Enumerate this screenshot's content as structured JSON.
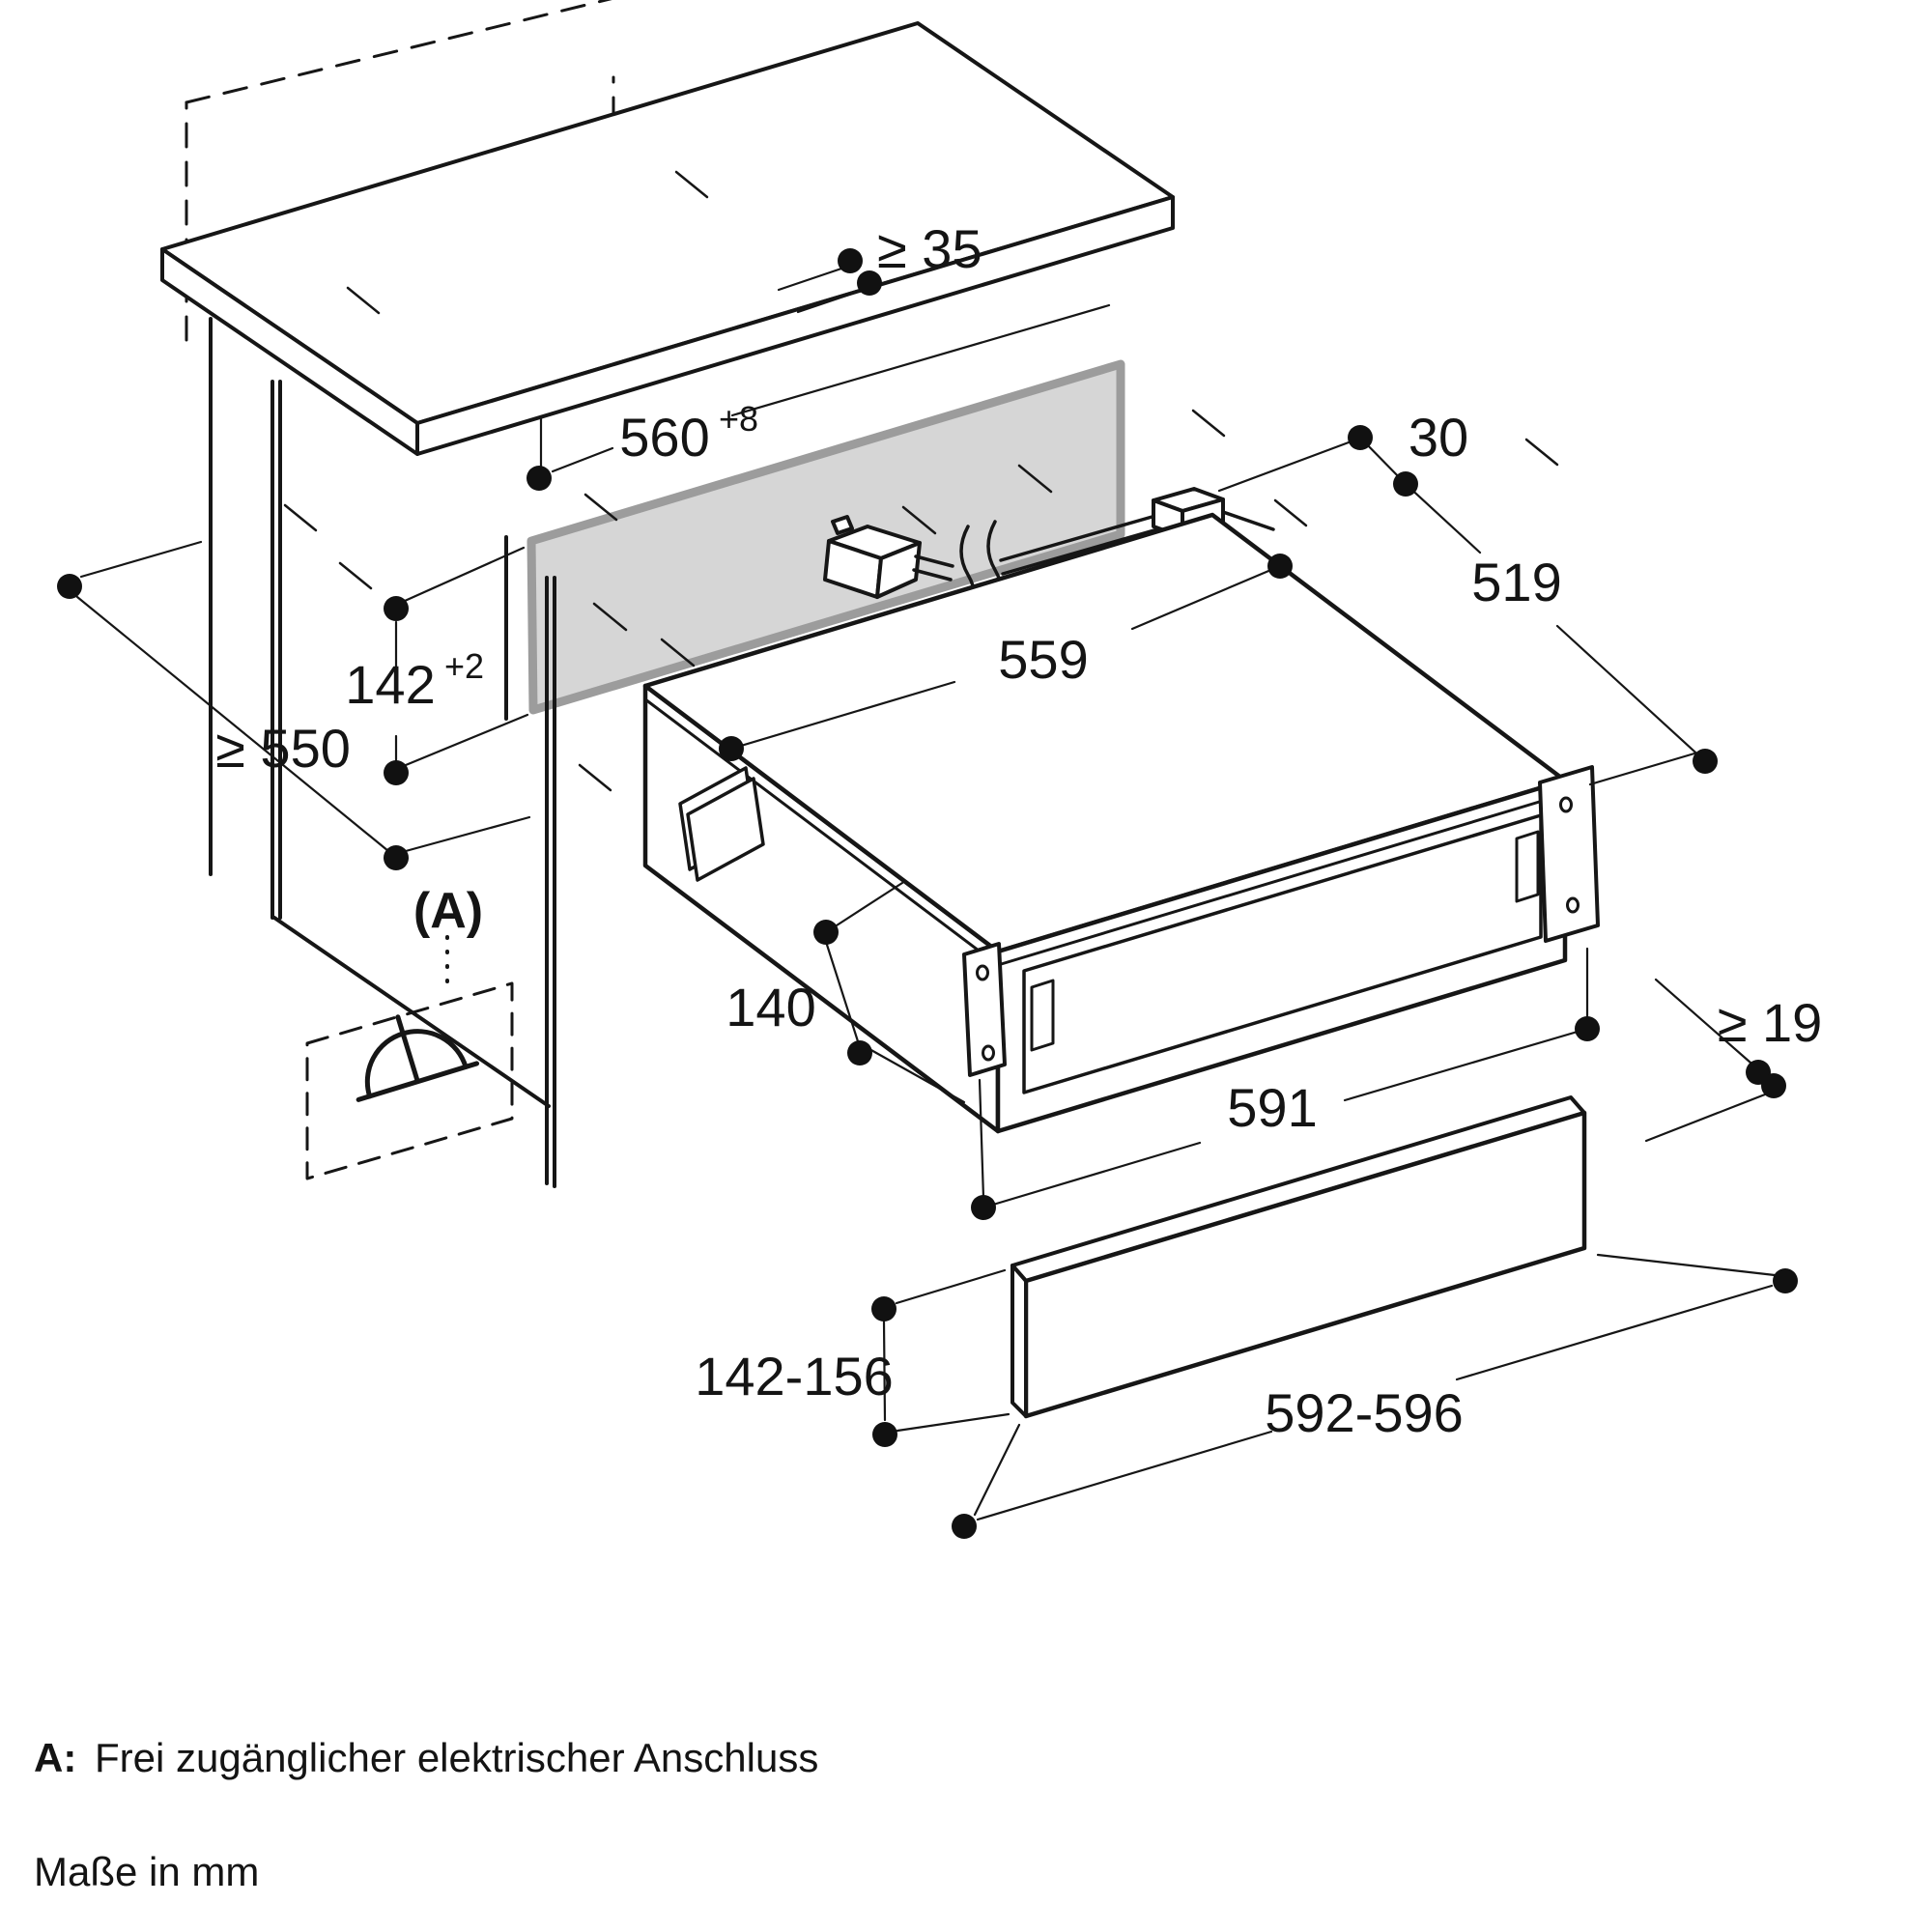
{
  "drawing": {
    "type": "appliance installation dimension drawing (isometric)",
    "units_note": "Maße in mm",
    "colors": {
      "line": "#161616",
      "niche_fill": "#d6d6d6",
      "niche_edge": "#9c9c9c"
    }
  },
  "labels": {
    "clearance_rear_min": "≥ 35",
    "niche_width": "560",
    "niche_width_tol": "+8",
    "rear_gap": "30",
    "depth": "519",
    "body_width": "559",
    "niche_height": "142",
    "niche_height_tol": "+2",
    "worktop_depth_min": "≥ 550",
    "body_height": "140",
    "front_width": "591",
    "panel_clearance_min": "≥ 19",
    "panel_height_range": "142-156",
    "panel_width_range": "592-596",
    "connection_marker": "(A)"
  },
  "note": {
    "prefix": "A:",
    "text": "Frei zugänglicher elektrischer Anschluss",
    "units": "Maße in mm"
  }
}
